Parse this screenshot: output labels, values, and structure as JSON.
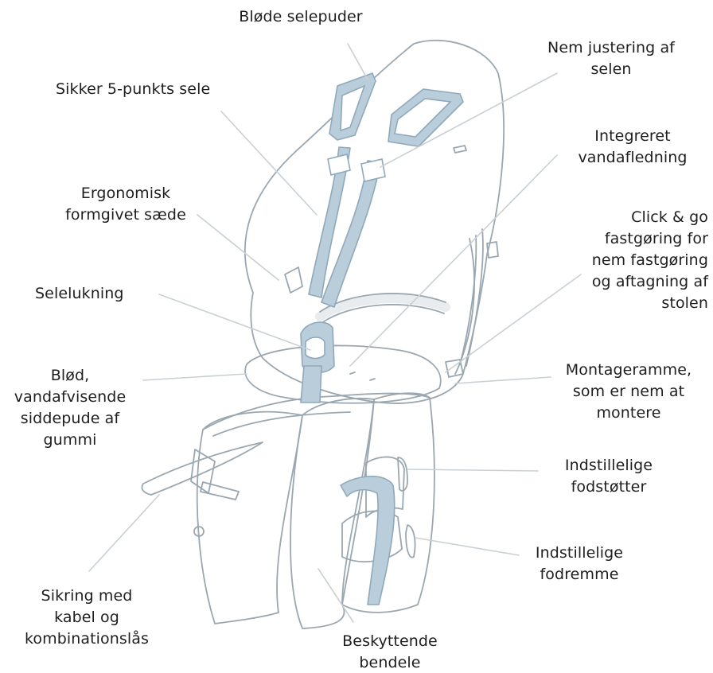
{
  "colors": {
    "outline": "#9aa7b0",
    "harness": "#b9cdda",
    "harness_dark": "#8fa9bb",
    "leader": "#c9d0d4",
    "text": "#1e1e1e",
    "background": "#ffffff"
  },
  "labels": {
    "soft_pads": "Bløde selepuder",
    "easy_adjust": "Nem justering af\nselen",
    "five_point": "Sikker 5-punkts sele",
    "drainage": "Integreret\nvandafledning",
    "ergonomic": "Ergonomisk\nformgivet sæde",
    "click_go": "Click & go\nfastgøring for\nnem fastgøring\nog aftagning af\nstolen",
    "buckle": "Selelukning",
    "mount": "Montageramme,\nsom er nem at\nmontere",
    "cushion": "Blød,\nvandafvisende\nsiddepude af\ngummi",
    "footrests": "Indstillelige\nfodstøtter",
    "straps": "Indstillelige\nfodremme",
    "lock": "Sikring med\nkabel og\nkombinationslås",
    "guards": "Beskyttende\nbendele"
  }
}
